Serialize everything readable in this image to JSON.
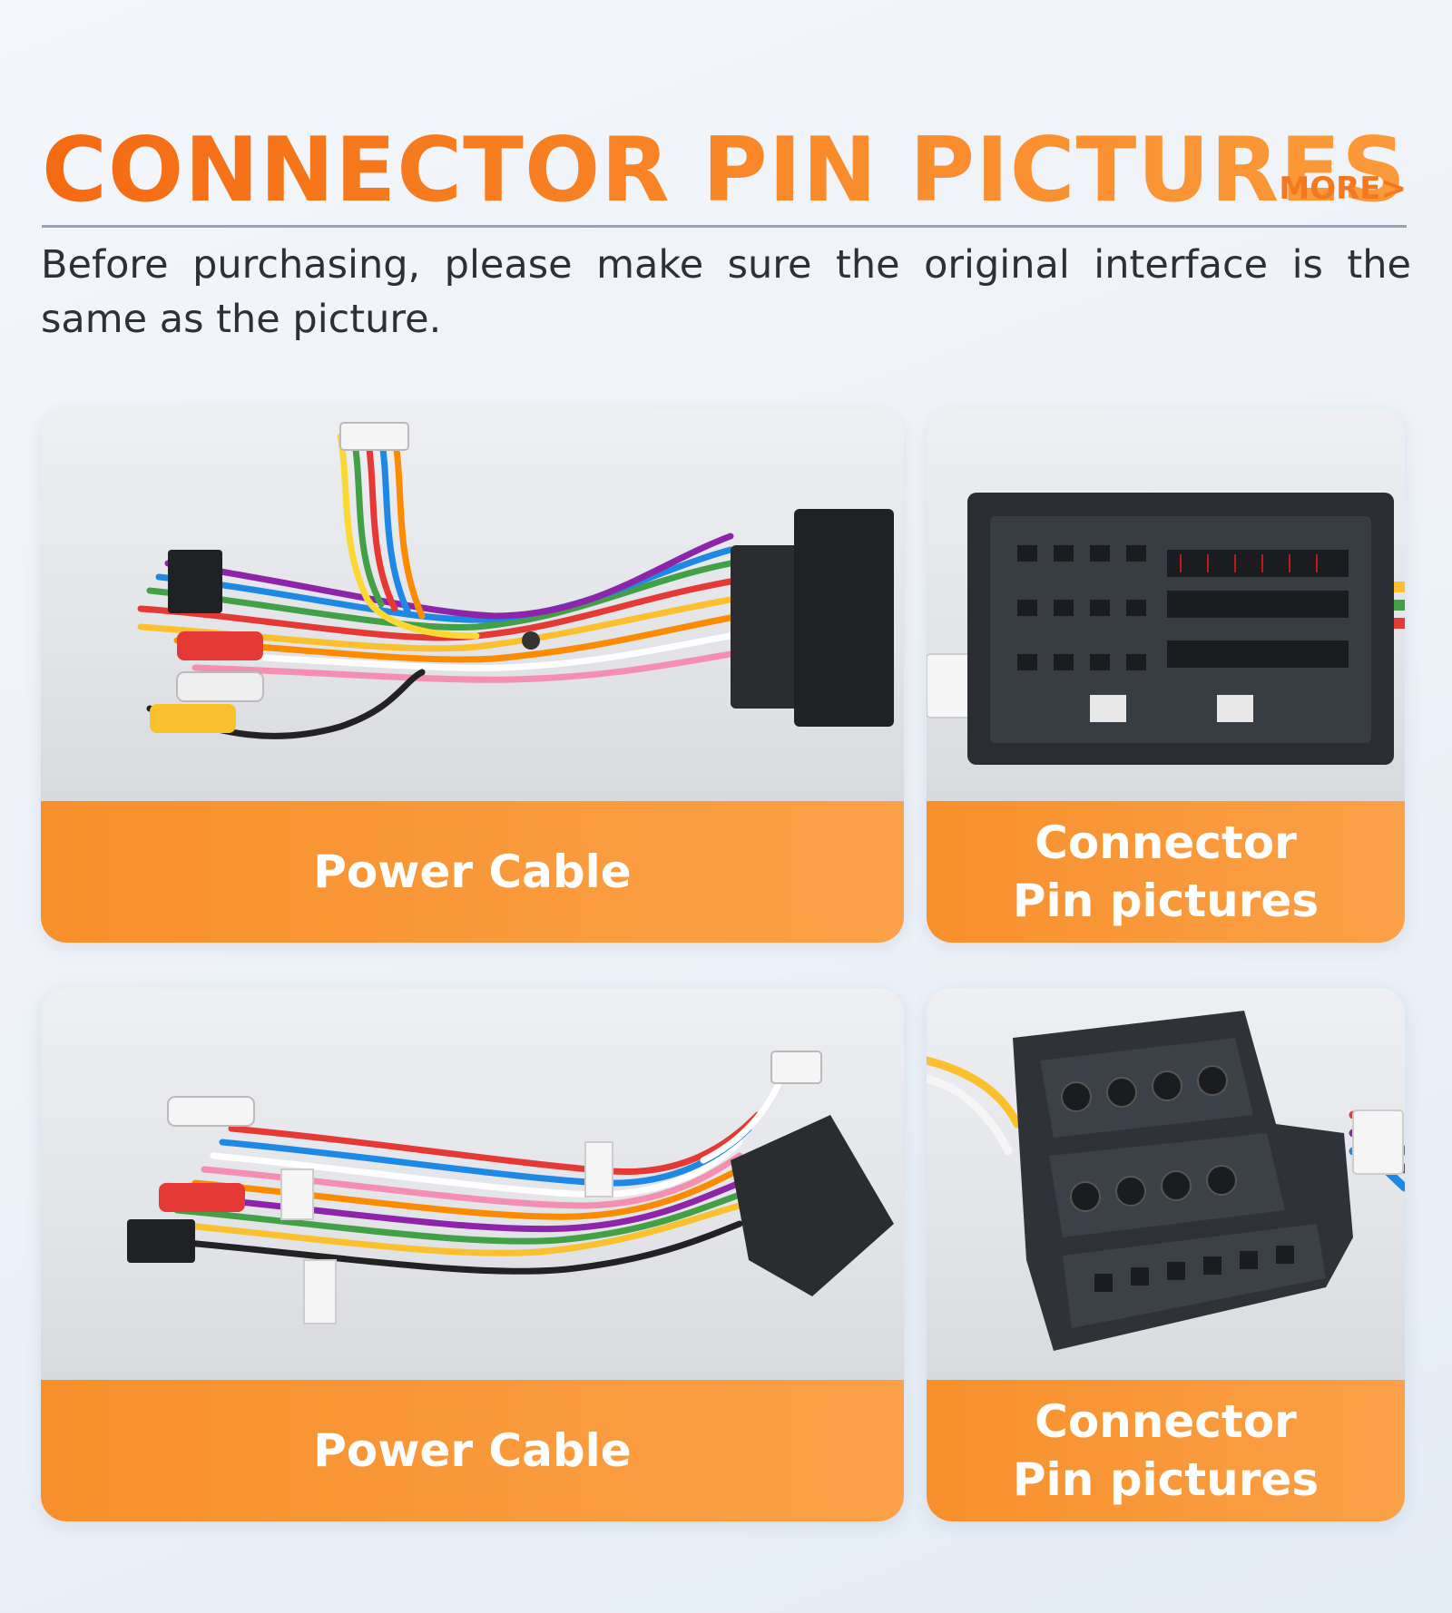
{
  "header": {
    "title": "CONNECTOR PIN PICTURES",
    "more_label": "MORE>",
    "notice": "Before purchasing, please make sure the original interface is the same as the picture."
  },
  "cards": [
    {
      "label": "Power Cable",
      "photo_icon": "wiring-harness-photo"
    },
    {
      "label": "Connector\nPin pictures",
      "photo_icon": "connector-socket-photo"
    },
    {
      "label": "Power Cable",
      "photo_icon": "wiring-harness-photo"
    },
    {
      "label": "Connector\nPin pictures",
      "photo_icon": "iso-connector-photo"
    }
  ],
  "colors": {
    "title_orange": "#f46a12",
    "label_orange": "#f7902b",
    "label_text": "#ffffff",
    "body_text": "#2e3036"
  }
}
